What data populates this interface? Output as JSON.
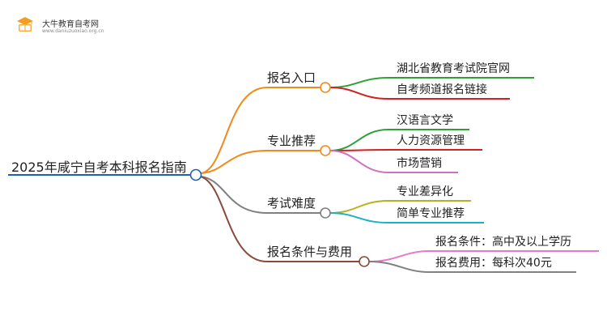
{
  "logo": {
    "name": "大牛教育自考网",
    "url": "www.daniuzuoxiao.org.cn"
  },
  "root": "2025年咸宁自考本科报名指南",
  "branches": [
    {
      "label": "报名入口",
      "color": "#F08A1C",
      "children": [
        {
          "label": "湖北省教育考试院官网",
          "color": "#2EA038"
        },
        {
          "label": "自考频道报名链接",
          "color": "#D42020"
        }
      ]
    },
    {
      "label": "专业推荐",
      "color": "#F08A1C",
      "children": [
        {
          "label": "汉语言文学",
          "color": "#2EA038"
        },
        {
          "label": "人力资源管理",
          "color": "#D42020"
        },
        {
          "label": "市场营销",
          "color": "#D070C0"
        }
      ]
    },
    {
      "label": "考试难度",
      "color": "#808080",
      "children": [
        {
          "label": "专业差异化",
          "color": "#B8B020"
        },
        {
          "label": "简单专业推荐",
          "color": "#1CB0C8"
        }
      ]
    },
    {
      "label": "报名条件与费用",
      "color": "#8A4A3A",
      "children": [
        {
          "label": "报名条件：高中及以上学历",
          "color": "#E878C8"
        },
        {
          "label": "报名费用：每科次40元",
          "color": "#808080"
        }
      ]
    }
  ],
  "colors": {
    "root_line": "#2060B0"
  },
  "icons": {
    "logo": "graduation-book-logo-icon"
  }
}
